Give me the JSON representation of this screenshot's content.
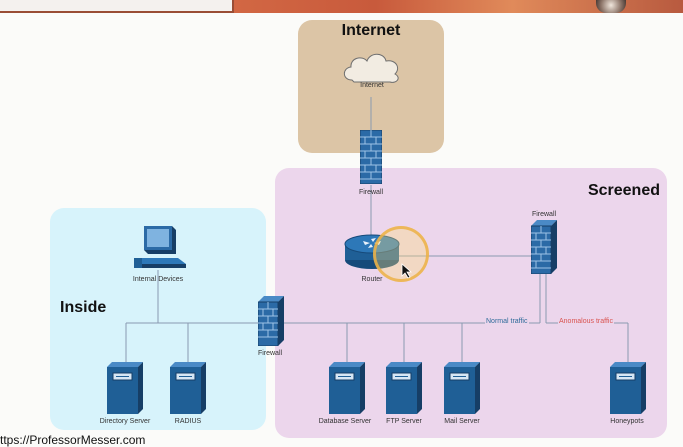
{
  "diagram": {
    "zones": {
      "internet": "Internet",
      "screened": "Screened",
      "inside": "Inside"
    },
    "nodes": {
      "cloud": "Internet",
      "top_firewall": "Firewall",
      "router": "Router",
      "right_firewall": "Firewall",
      "inside_firewall": "Firewall",
      "internal_devices": "Internal Devices",
      "directory_server": "Directory Server",
      "radius": "RADIUS",
      "database_server": "Database Server",
      "ftp_server": "FTP Server",
      "mail_server": "Mail Server",
      "honeypots": "Honeypots"
    },
    "links": {
      "normal": "Normal traffic",
      "anomalous": "Anomalous traffic"
    },
    "icons": {
      "firewall": "brick-wall-icon",
      "router": "router-icon",
      "server": "server-tower-icon",
      "workstation": "desktop-computer-icon",
      "cloud": "cloud-icon",
      "cursor": "mouse-pointer-icon"
    },
    "colors": {
      "internet_zone": "#dcc5a6",
      "screened_zone": "#ecd6ec",
      "inside_zone": "#d7f3fb",
      "device_blue": "#1f5f96",
      "anomalous_label": "#d9534f",
      "normal_label": "#2f6b9a"
    }
  },
  "footer": {
    "url": "ttps://ProfessorMesser.com"
  }
}
